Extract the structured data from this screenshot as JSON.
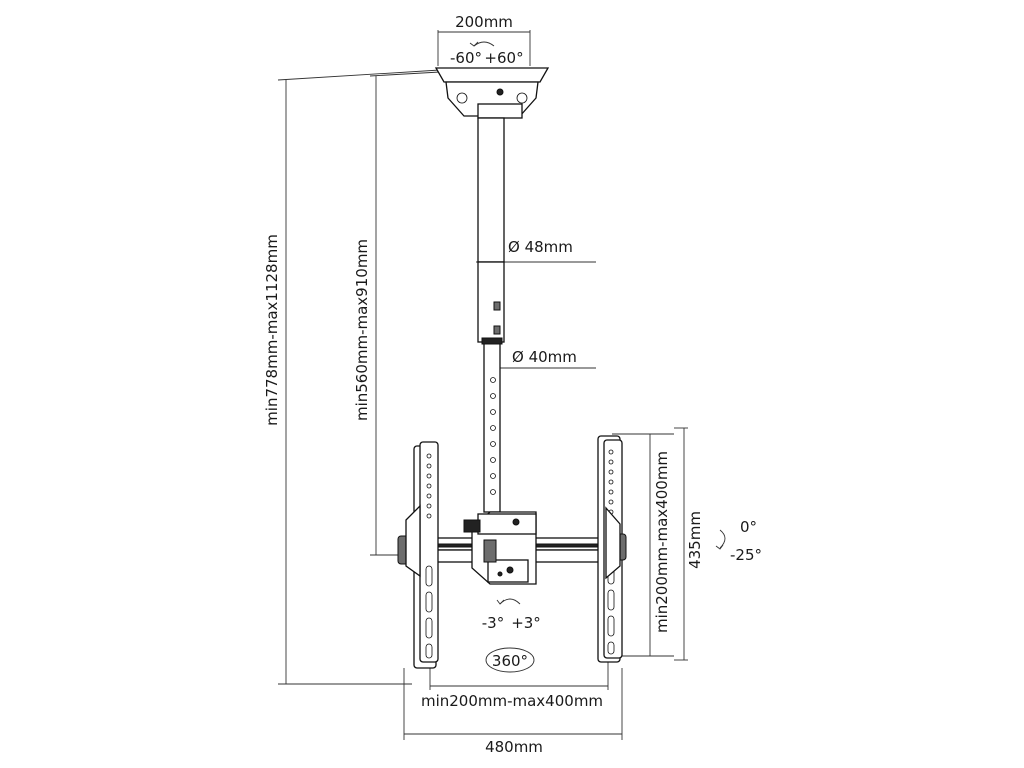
{
  "labels": {
    "plate_width": "200mm",
    "swivel_left": "-60°",
    "swivel_right": "+60°",
    "upper_pole_diameter": "Ø 48mm",
    "lower_pole_diameter": "Ø 40mm",
    "overall_height": "min778mm-max1128mm",
    "pole_height": "min560mm-max910mm",
    "vesa_vertical": "min200mm-max400mm",
    "arm_height": "435mm",
    "tilt_top": "0°",
    "tilt_bottom": "-25°",
    "rotate_left": "-3°",
    "rotate_right": "+3°",
    "rotation": "360°",
    "vesa_horizontal": "min200mm-max400mm",
    "overall_width": "480mm"
  }
}
